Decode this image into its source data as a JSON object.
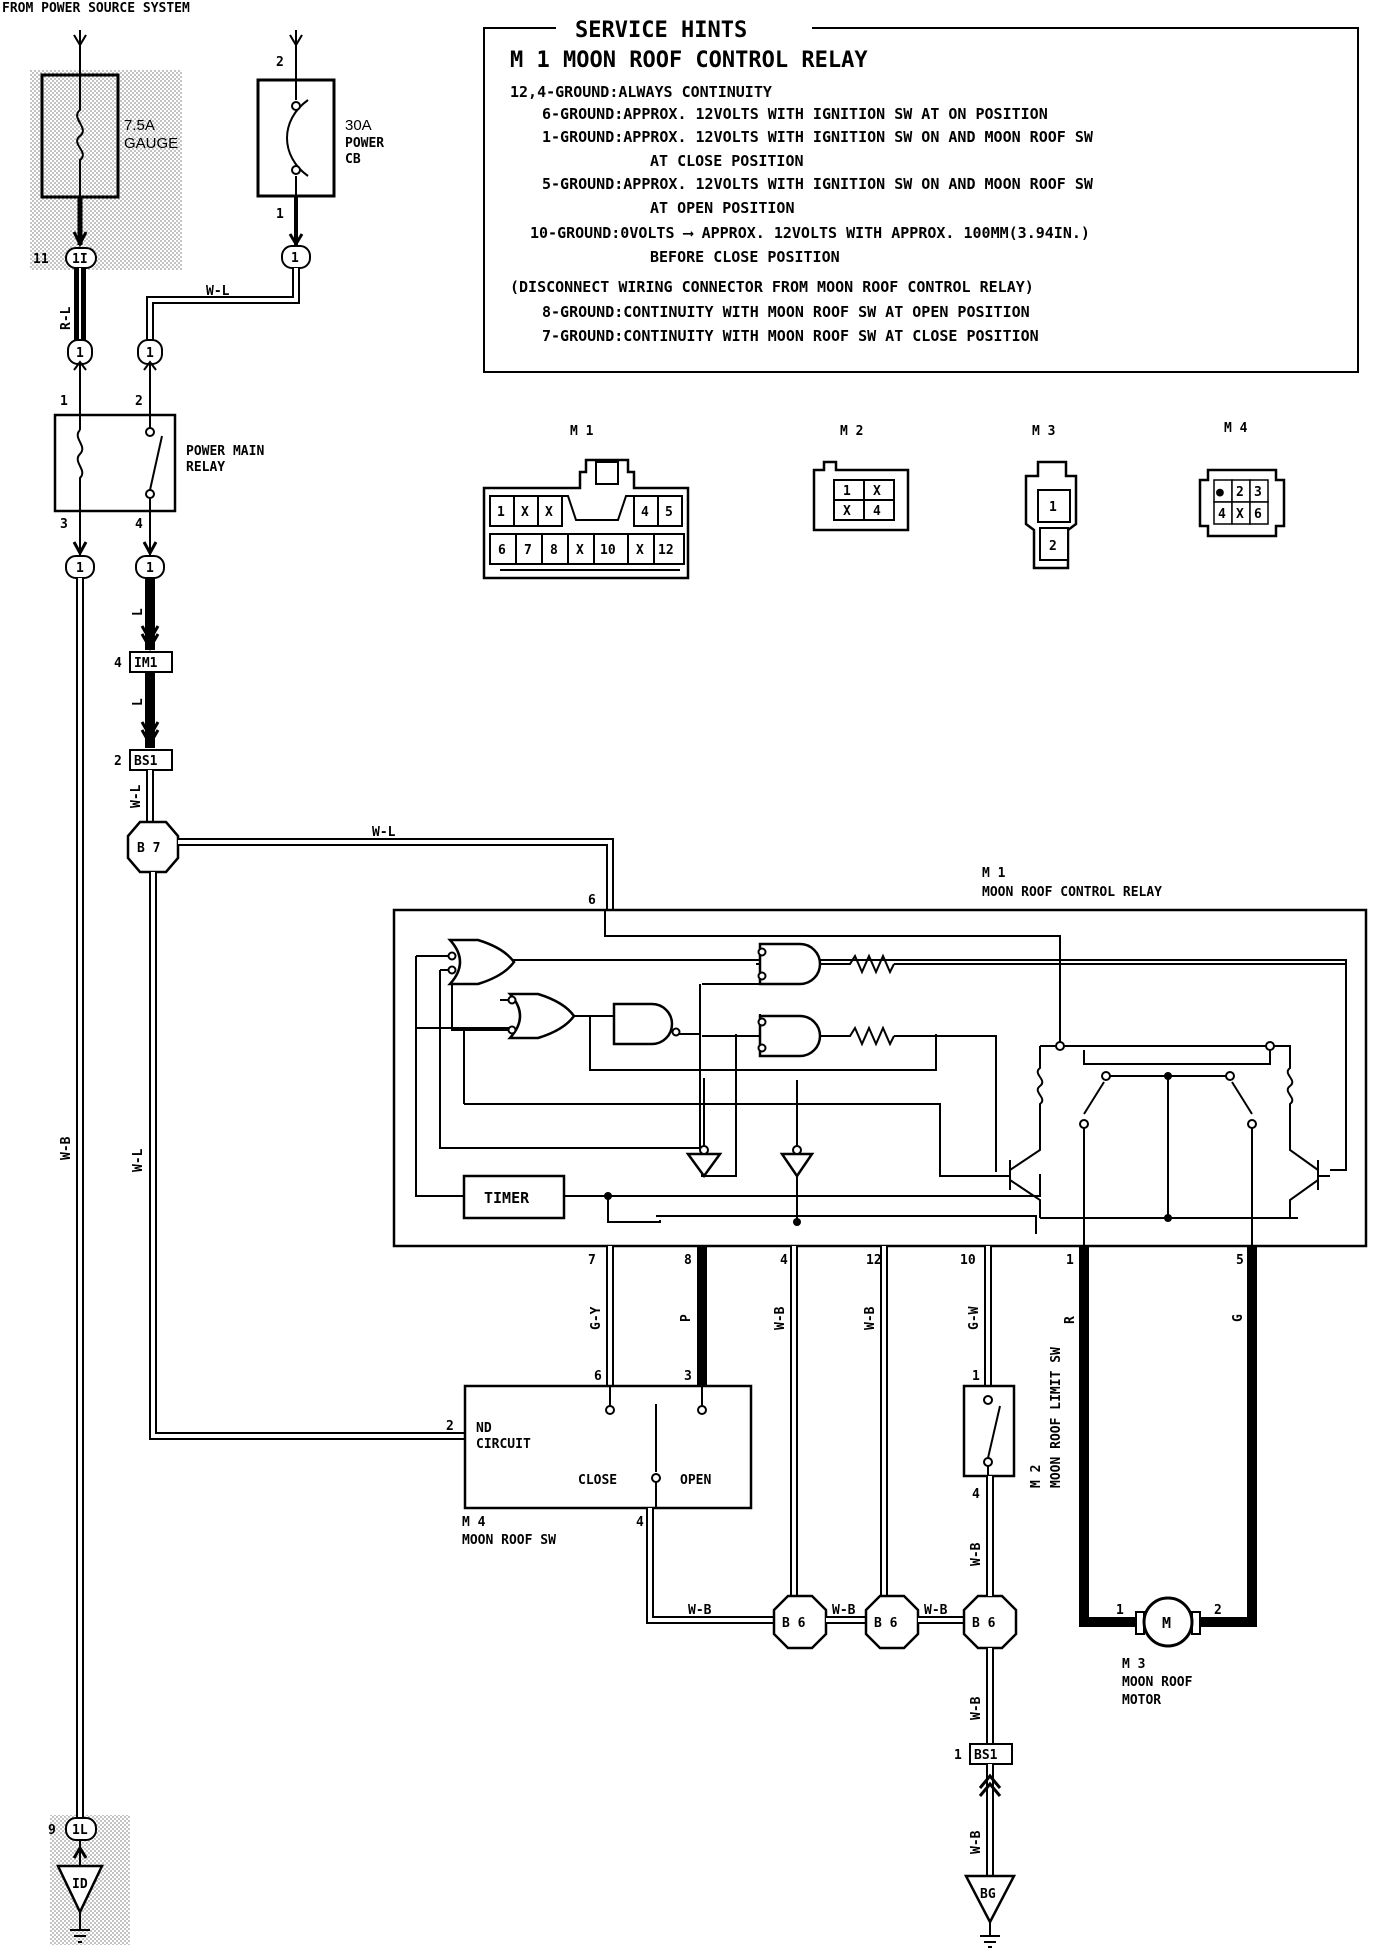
{
  "header": {
    "source": "FROM POWER SOURCE SYSTEM"
  },
  "fuse": {
    "rating": "7.5A",
    "name": "GAUGE"
  },
  "breaker": {
    "rating": "30A",
    "name1": "POWER",
    "name2": "CB",
    "pin_top": "2",
    "pin_bottom": "1"
  },
  "power_main_relay": {
    "line1": "POWER MAIN",
    "line2": "RELAY",
    "pins": [
      "1",
      "2",
      "3",
      "4"
    ]
  },
  "service_hints": {
    "title": "SERVICE HINTS",
    "subtitle": "M 1 MOON ROOF CONTROL RELAY",
    "lines": [
      "12,4-GROUND:ALWAYS CONTINUITY",
      "6-GROUND:APPROX. 12VOLTS WITH IGNITION SW AT ON POSITION",
      "1-GROUND:APPROX. 12VOLTS WITH IGNITION SW ON AND MOON ROOF SW",
      "AT CLOSE POSITION",
      "5-GROUND:APPROX. 12VOLTS WITH IGNITION SW ON AND MOON ROOF SW",
      "AT OPEN POSITION",
      "10-GROUND:0VOLTS  ⟶  APPROX. 12VOLTS WITH APPROX. 100MM(3.94IN.)",
      "BEFORE CLOSE POSITION",
      "(DISCONNECT WIRING CONNECTOR FROM MOON ROOF CONTROL RELAY)",
      "8-GROUND:CONTINUITY WITH MOON ROOF SW AT OPEN POSITION",
      "7-GROUND:CONTINUITY WITH MOON ROOF SW AT CLOSE POSITION"
    ]
  },
  "connectors": {
    "m1": {
      "label": "M 1",
      "row1": [
        "1",
        "X",
        "X",
        "",
        "4",
        "5"
      ],
      "row2": [
        "6",
        "7",
        "8",
        "X",
        "10",
        "X",
        "12"
      ]
    },
    "m2": {
      "label": "M 2",
      "cells": [
        "1",
        "X",
        "X",
        "4"
      ]
    },
    "m3": {
      "label": "M 3",
      "cells": [
        "1",
        "2"
      ]
    },
    "m4": {
      "label": "M 4",
      "cells": [
        "●",
        "2",
        "3",
        "4",
        "X",
        "6"
      ]
    }
  },
  "control_relay": {
    "id": "M 1",
    "name": "MOON ROOF CONTROL RELAY",
    "timer": "TIMER",
    "pins": [
      "6",
      "7",
      "8",
      "4",
      "12",
      "10",
      "1",
      "5"
    ]
  },
  "moon_roof_sw": {
    "id": "M 4",
    "name": "MOON ROOF SW",
    "nd1": "ND",
    "nd2": "CIRCUIT",
    "close": "CLOSE",
    "open": "OPEN",
    "pins": [
      "2",
      "6",
      "3",
      "4"
    ]
  },
  "limit_sw": {
    "id": "M 2",
    "name": "MOON ROOF LIMIT SW",
    "pins": [
      "1",
      "4"
    ]
  },
  "motor": {
    "id": "M 3",
    "name1": "MOON ROOF",
    "name2": "MOTOR",
    "symbol": "M",
    "pins": [
      "1",
      "2"
    ]
  },
  "connector_ids": {
    "c1I": "1I",
    "c1": "1",
    "im1": "IM1",
    "bs1": "BS1",
    "b7": "B 7",
    "b6": "B 6",
    "c1L": "1L",
    "id": "ID",
    "bg": "BG"
  },
  "pin_labels": {
    "p11": "11",
    "p9": "9",
    "p4": "4",
    "p2": "2",
    "p1": "1"
  },
  "wire_colors": {
    "rl": "R-L",
    "wl": "W-L",
    "l": "L",
    "wb": "W-B",
    "gy": "G-Y",
    "p": "P",
    "gw": "G-W",
    "r": "R",
    "g": "G"
  }
}
